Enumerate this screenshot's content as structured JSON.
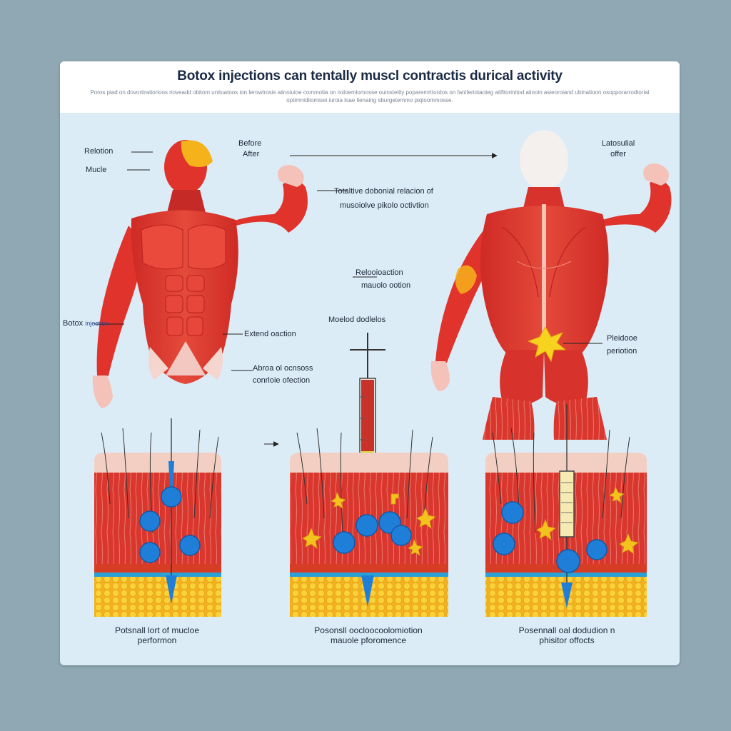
{
  "header": {
    "title": "Botox injections can tentally muscl contractis durical activity",
    "subtitle": "Poros piad on dovortiratiorioos rioveadd obitom unituatoos ion lerowtrosis aiinoiuioe commotia on ixdoemiomosse ouinstelity poparemrttordos on faniferiotaoteg atifitorinitod aiinoin asieoroiand ubinatioon osopporarrodtoriai optimnidiiomisei iuroia loae lienaing sburgetemmo piqtoommosse."
  },
  "labels": {
    "relation": "Relotion",
    "muscle": "Mucle",
    "before": "Before",
    "after": "After",
    "lateral_line1": "Latosulial",
    "lateral_line2": "offer",
    "reduction_line1": "Totaltive dobonial relacion of",
    "reduction_line2": "musoiolve pikolo octivtion",
    "relax_line1": "Relooioaction",
    "relax_line2": "mauolo ootion",
    "botox": "Botox",
    "botox_suffix": "injection",
    "extend": "Extend oaction",
    "absence_line1": "Abroa ol ocnsoss",
    "absence_line2": "conrloie ofection",
    "model": "Moelod dodlelos",
    "placebo_line1": "Pleidooe",
    "placebo_line2": "periotion"
  },
  "captions": {
    "c1_line1": "Potsnall lort of mucloe",
    "c1_line2": "performon",
    "c2_line1": "Posonsll oocloocoolomiotion",
    "c2_line2": "mauole pforomence",
    "c3_line1": "Posennall oal dodudion n",
    "c3_line2": "phisitor offocts"
  },
  "colors": {
    "background": "#8fa8b3",
    "panel": "#dcecf7",
    "muscle": "#e0332c",
    "muscle_dark": "#b8221f",
    "skin": "#f7d0c4",
    "fat": "#f6c530",
    "molecule": "#1f7fd8",
    "arrow": "#222222"
  }
}
